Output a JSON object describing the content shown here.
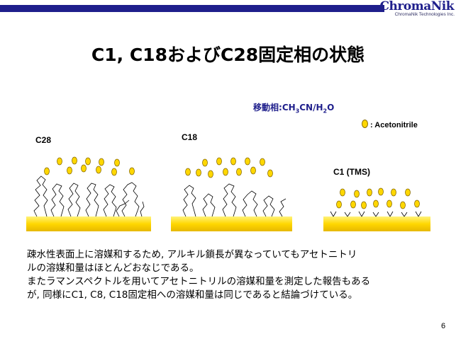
{
  "header": {
    "logo_text": "ChromaNik",
    "logo_subtitle": "ChromaNik Technologies Inc."
  },
  "title": "C1, C18およびC28固定相の状態",
  "mobile_phase": {
    "label": "移動相:",
    "formula_parts": [
      "CH",
      "3",
      "CN/H",
      "2",
      "O"
    ]
  },
  "legend": {
    "label": ": Acetonitrile"
  },
  "phases": [
    {
      "label": "C28"
    },
    {
      "label": "C18"
    },
    {
      "label": "C1 (TMS)"
    }
  ],
  "body_lines": [
    "疎水性表面上に溶媒和するため,  アルキル鎖長が異なっていてもアセトニトリ",
    "ルの溶媒和量はほとんどおなじである。",
    "またラマンスペクトルを用いてアセトニトリルの溶媒和量を測定した報告もある",
    "が, 同様にC1, C8, C18固定相への溶媒和量は同じであると結論づけている。"
  ],
  "page_number": "6",
  "colors": {
    "bar": "#1f1f8c",
    "surface": "#ffd700",
    "droplet": "#ffd700",
    "mobile_phase_text": "#1f1f8c"
  }
}
